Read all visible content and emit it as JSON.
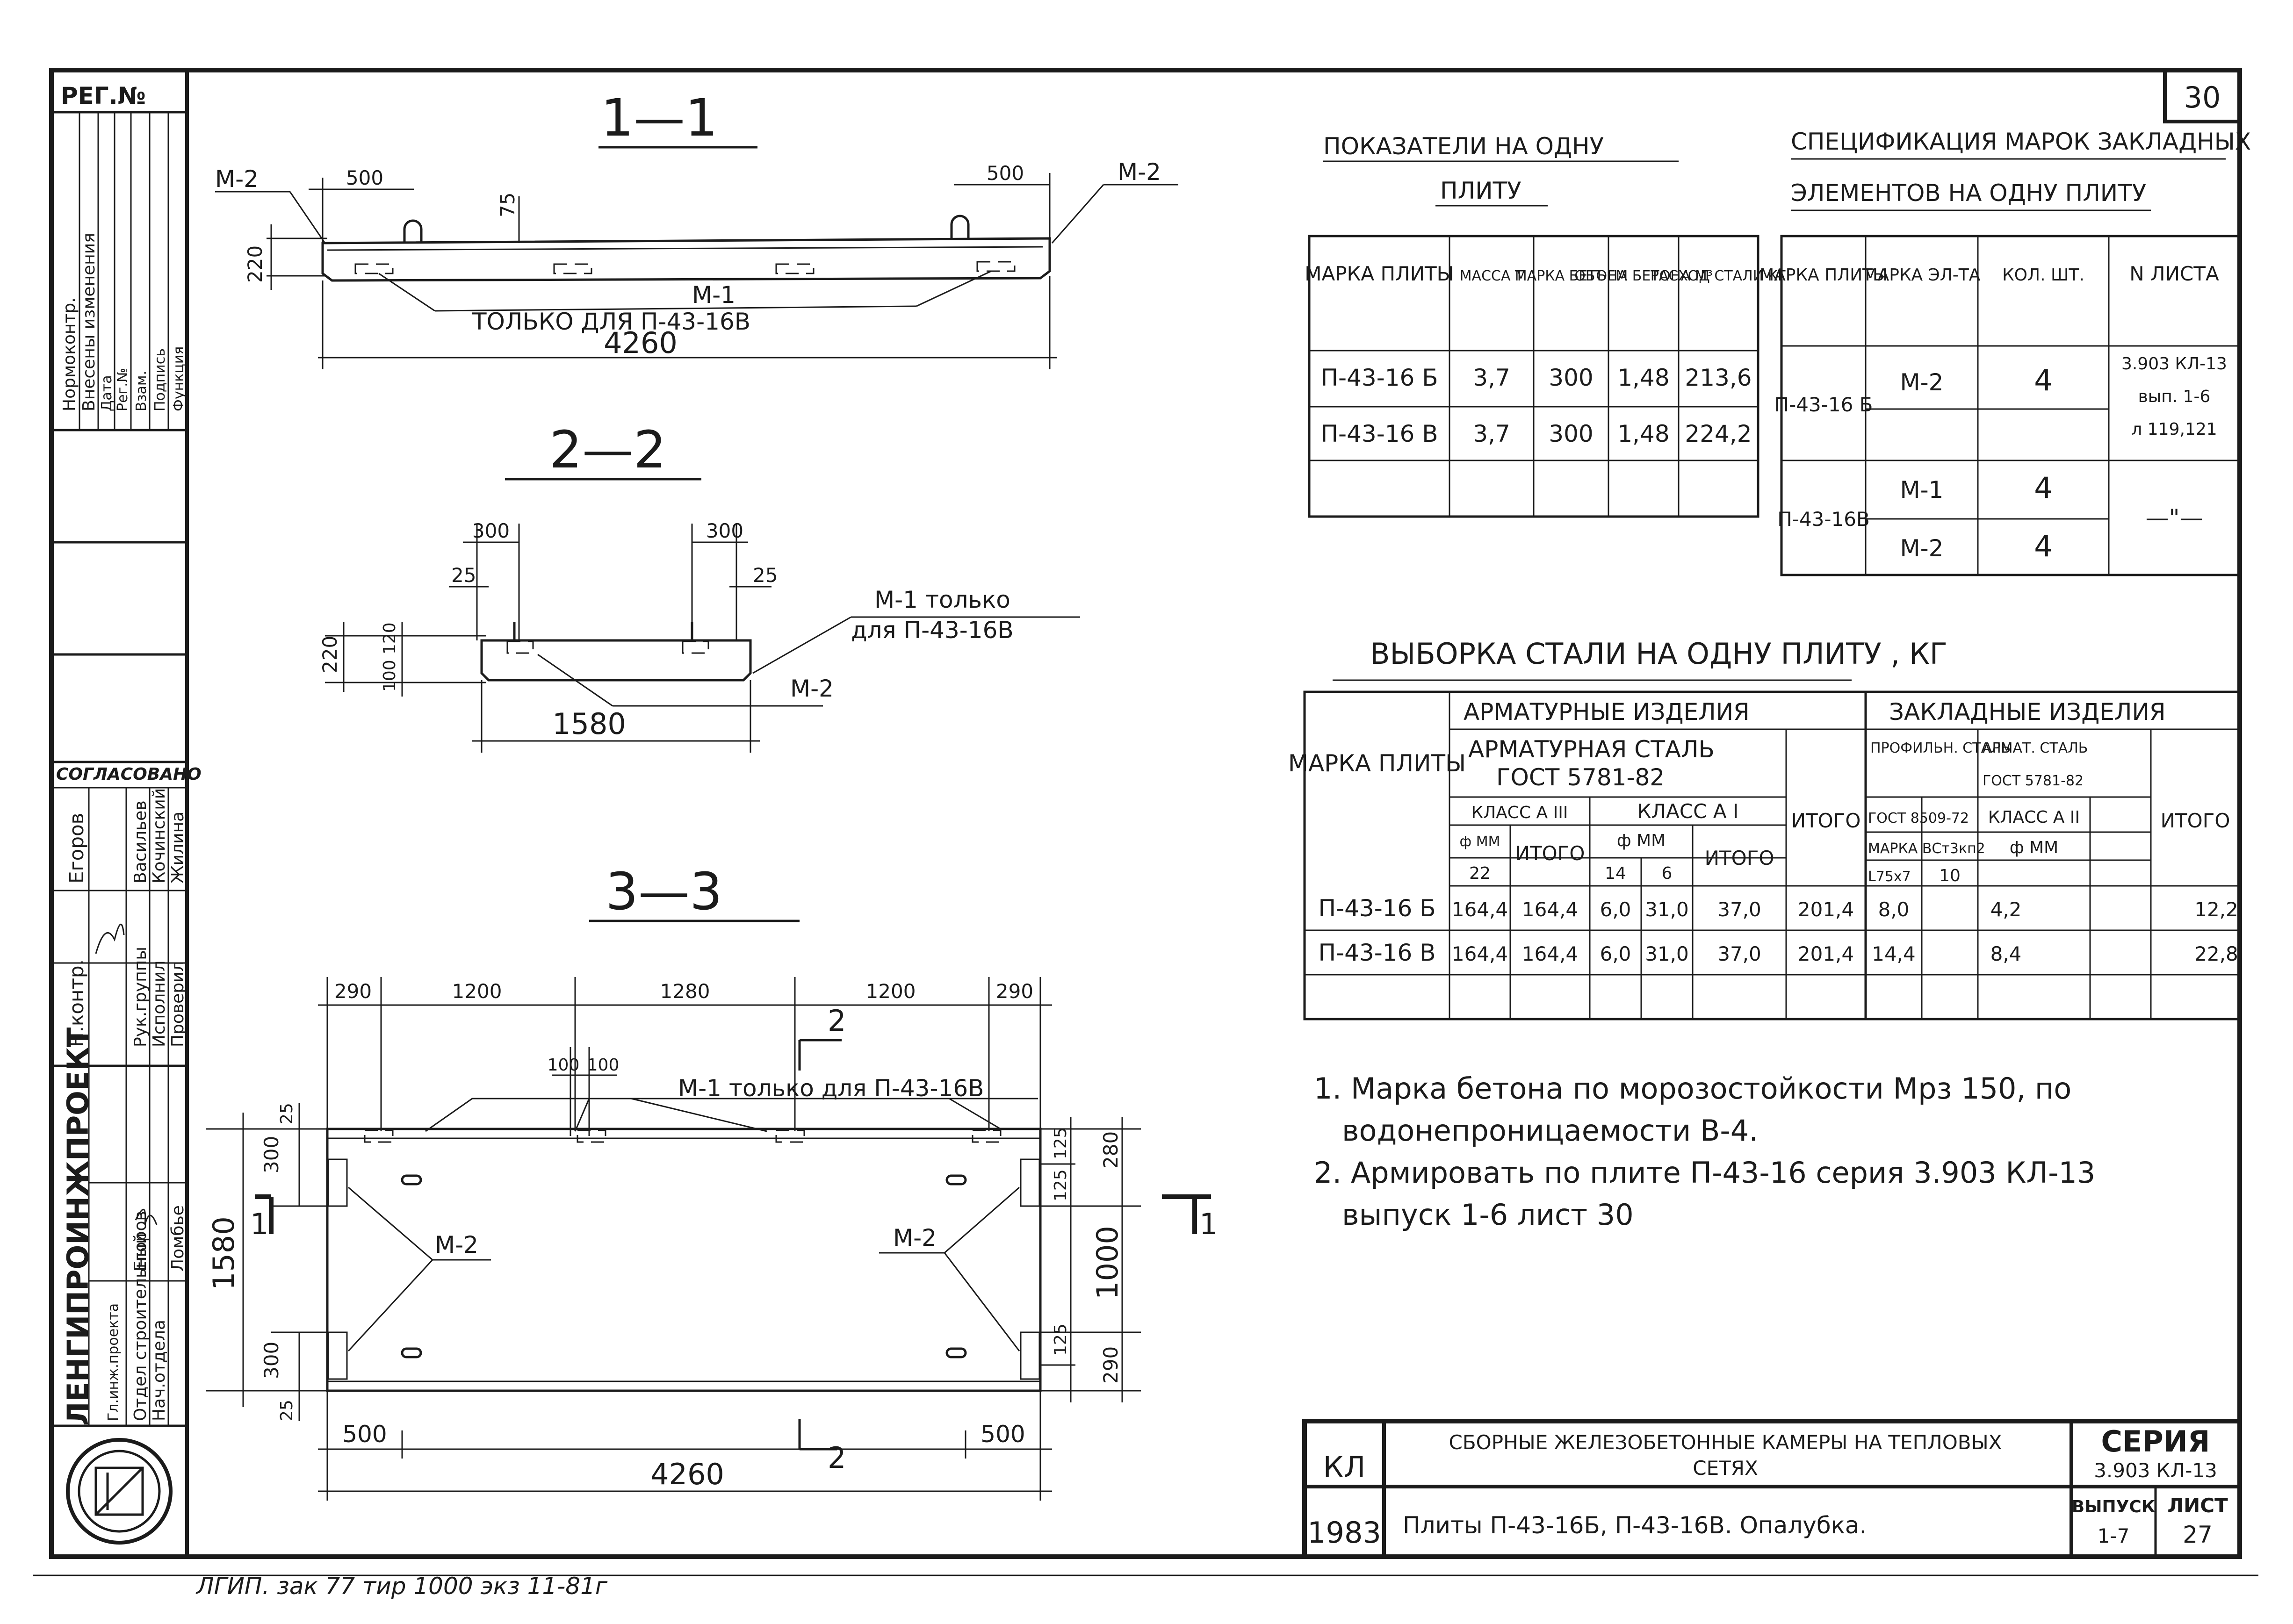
{
  "sheet_number": "30",
  "stamp": {
    "reg_label": "РЕГ.№",
    "change_headings": [
      "Нормоконтр.",
      "Внесены изменения",
      "Дата",
      "Рег.№",
      "Взам.",
      "Подпись",
      "Функция"
    ],
    "agreed": "СОГЛАСОВАНО",
    "agreed_names": [
      "Егоров",
      "Васильев",
      "Кочинский",
      "Жилина"
    ],
    "roles": [
      "Н.контр.",
      "Рук.группы",
      "Исполнил",
      "Проверил"
    ],
    "dept": [
      "Гл.инж.проекта",
      "Отдел строительный",
      "Нач.отдела"
    ],
    "names": [
      "Егоров",
      "Ломбье"
    ],
    "org": "ЛЕНГИПРОИНЖПРОЕКТ",
    "print_note": "ЛГИП. зак 77 тир 1000 экз 11-81г"
  },
  "sec11": {
    "title": "1—1",
    "m2_left": "М-2",
    "m2_right": "М-2",
    "dim_500_left": "500",
    "dim_500_right": "500",
    "dim_75": "75",
    "dim_220": "220",
    "m1": "М-1",
    "m1_note": "ТОЛЬКО ДЛЯ П-43-16В",
    "dim_4260": "4260"
  },
  "sec22": {
    "title": "2—2",
    "dim_300_left": "300",
    "dim_300_right": "300",
    "dim_25_left": "25",
    "dim_25_right": "25",
    "m1_note_1": "М-1 только",
    "m1_note_2": "для П-43-16В",
    "dim_220": "220",
    "dim_120": "120",
    "dim_100": "100",
    "m2": "М-2",
    "dim_1580": "1580"
  },
  "sec33": {
    "title": "3—3",
    "dims_top": [
      "290",
      "1200",
      "1280",
      "1200",
      "290"
    ],
    "dim_100a": "100",
    "dim_100b": "100",
    "m1_note": "М-1 только для П-43-16В",
    "cut_mark": "2",
    "dim_25_top": "25",
    "dim_300_top": "300",
    "dim_1580": "1580",
    "cut_1": "1",
    "m2_left": "М-2",
    "m2_right": "М-2",
    "dim_300_bot": "300",
    "dim_25_bot": "25",
    "right_dims": [
      "125",
      "280",
      "125",
      "1000",
      "125",
      "290"
    ],
    "dim_500_left": "500",
    "dim_500_right": "500",
    "dim_4260": "4260"
  },
  "indicators": {
    "title_1": "ПОКАЗАТЕЛИ НА ОДНУ",
    "title_2": "ПЛИТУ",
    "headers": [
      "МАРКА ПЛИТЫ",
      "МАССА Т",
      "МАРКА БЕТОНА",
      "ОБЪЕМ БЕТОНА М³",
      "РАСХОД СТАЛИ КГ"
    ],
    "rows": [
      [
        "П-43-16 Б",
        "3,7",
        "300",
        "1,48",
        "213,6"
      ],
      [
        "П-43-16 В",
        "3,7",
        "300",
        "1,48",
        "224,2"
      ]
    ]
  },
  "spec": {
    "title_1": "СПЕЦИФИКАЦИЯ МАРОК ЗАКЛАДНЫХ",
    "title_2": "ЭЛЕМЕНТОВ НА ОДНУ ПЛИТУ",
    "headers": [
      "МАРКА ПЛИТЫ",
      "МАРКА ЭЛ-ТА",
      "КОЛ. ШТ.",
      "N ЛИСТА"
    ],
    "rows": [
      {
        "plate": "П-43-16 Б",
        "items": [
          {
            "el": "М-2",
            "qty": "4"
          }
        ],
        "sheet": [
          "3.903 КЛ-13",
          "вып. 1-6",
          "л 119,121"
        ]
      },
      {
        "plate": "П-43-16В",
        "items": [
          {
            "el": "М-1",
            "qty": "4"
          },
          {
            "el": "М-2",
            "qty": "4"
          }
        ],
        "sheet": [
          "—\"—"
        ]
      }
    ]
  },
  "steel": {
    "title": "ВЫБОРКА СТАЛИ НА ОДНУ ПЛИТУ , КГ",
    "col_mark": "МАРКА ПЛИТЫ",
    "group_arm": "АРМАТУРНЫЕ ИЗДЕЛИЯ",
    "arm_steel": "АРМАТУРНАЯ СТАЛЬ",
    "arm_gost": "ГОСТ 5781-82",
    "class_a3": "КЛАСС А III",
    "class_a1": "КЛАСС А I",
    "phi_mm": "ф ММ",
    "total": "ИТОГО",
    "d22": "22",
    "d14": "14",
    "d6": "6",
    "group_emb": "ЗАКЛАДНЫЕ ИЗДЕЛИЯ",
    "prof_steel": "ПРОФИЛЬН. СТАЛЬ",
    "armat_steel": "АРМАТ. СТАЛЬ",
    "gost_5781": "ГОСТ 5781-82",
    "gost_8509": "ГОСТ 8509-72",
    "class_a2": "КЛАСС А II",
    "grade": "МАРКА ВСт3кп2",
    "profile": "L75x7",
    "d10": "10",
    "rows": [
      [
        "П-43-16 Б",
        "164,4",
        "164,4",
        "6,0",
        "31,0",
        "37,0",
        "201,4",
        "8,0",
        "4,2",
        "12,2"
      ],
      [
        "П-43-16 В",
        "164,4",
        "164,4",
        "6,0",
        "31,0",
        "37,0",
        "201,4",
        "14,4",
        "8,4",
        "22,8"
      ]
    ]
  },
  "notes": [
    "1. Марка бетона по морозостойкости Мрз 150, по",
    "водонепроницаемости В-4.",
    "2. Армировать по плите П-43-16 серия 3.903 КЛ-13",
    "выпуск 1-6 лист 30"
  ],
  "title_block": {
    "code": "КЛ",
    "year": "1983",
    "desc_1": "СБОРНЫЕ ЖЕЛЕЗОБЕТОННЫЕ КАМЕРЫ НА ТЕПЛОВЫХ",
    "desc_2": "СЕТЯХ",
    "sheet_title": "Плиты П-43-16Б, П-43-16В. Опалубка.",
    "series_label": "СЕРИЯ",
    "series": "3.903 КЛ-13",
    "issue_label": "ВЫПУСК",
    "issue": "1-7",
    "sheet_label": "ЛИСТ",
    "sheet": "27"
  }
}
